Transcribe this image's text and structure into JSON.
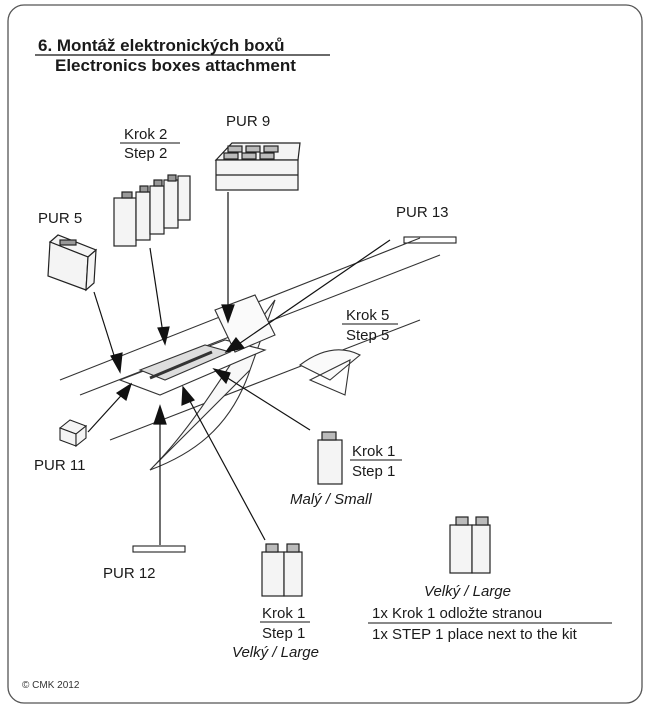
{
  "header": {
    "title_cz": "6. Montáž elektronických boxů",
    "title_en": "Electronics boxes attachment"
  },
  "labels": {
    "pur9": "PUR 9",
    "pur5": "PUR 5",
    "pur13": "PUR 13",
    "pur11": "PUR 11",
    "pur12": "PUR 12",
    "krok2": "Krok 2",
    "step2": "Step 2",
    "krok5": "Krok 5",
    "step5": "Step 5",
    "krok1_small": "Krok 1",
    "step1_small": "Step 1",
    "maly_small": "Malý / Small",
    "krok1_large": "Krok 1",
    "step1_large": "Step 1",
    "velky_large_bottom": "Velký / Large",
    "velky_large_right": "Velký / Large",
    "note_cz": "1x Krok 1 odložte stranou",
    "note_en": "1x STEP 1 place next to the kit"
  },
  "footer": {
    "copyright": "© CMK 2012"
  }
}
